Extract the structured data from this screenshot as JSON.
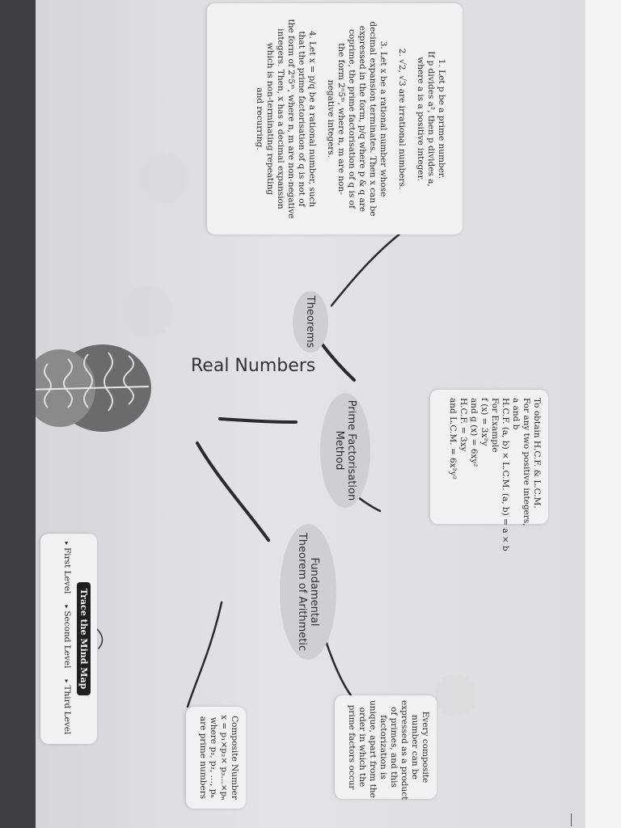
{
  "mind_map": {
    "title": "Real Numbers",
    "branches": [
      {
        "label": "Theorems"
      },
      {
        "label_lines": [
          "Prime Factorisation",
          "Method"
        ]
      },
      {
        "label_lines": [
          "Fundamental",
          "Theorem of Arithmetic"
        ]
      }
    ],
    "theorems_card": {
      "items": [
        [
          "1. Let p be a prime number.",
          "If p divides a², then p divides a,",
          "where a is a positive integer."
        ],
        [
          "2. √2, √3 are irrational numbers."
        ],
        [
          "3. Let x be a rational number whose",
          "decimal expansion terminates. Then x can be",
          "expressed in the form, p/q where p & q are",
          "coprime, the prime factorisation of q is of",
          "the form 2ⁿ5ᵐ, where n, m are non-",
          "negative integers."
        ],
        [
          "4. Let x = p/q be a rational number, such",
          "that the prime factorisation of q is not of",
          "the form of 2ⁿ5ᵐ, where n, m are non-negative",
          "integers. Then, x has a decimal expansion",
          "which is non-terminating repeating",
          "and recurring."
        ]
      ]
    },
    "hcf_card": {
      "lines": [
        "To obtain H.C.F. & L.C.M.",
        "For any two positive integers,",
        "a and b",
        "H.C.F. (a, b) × L.C.M. (a, b) = a × b",
        "For Example",
        "f (x) = 3x²y",
        "and   g (x) = 6xy²",
        "H.C.F. = 3xy",
        "and L.C.M. = 6x²y²"
      ]
    },
    "composite_card": {
      "lines": [
        "Every composite",
        "number can be",
        "expressed as a product",
        "of primes, and this",
        "factorization is",
        "unique, apart from the",
        "order in which the",
        "prime factors occur"
      ]
    },
    "formula_card": {
      "lines": [
        "Composite Number",
        "x = p₁×p₂× p₃…×pₙ",
        "where p₁, p₂, …, pₙ",
        "are prime numbers"
      ]
    },
    "trace_box": {
      "title": "Trace the Mind Map",
      "levels": [
        "First Level",
        "Second Level",
        "Third Level"
      ]
    }
  },
  "colors": {
    "branch_line": "#2b2b2b",
    "oval_fill": "#cfcfd1",
    "card_fill": "#f1f1f1",
    "page": "#e0e0e2"
  }
}
